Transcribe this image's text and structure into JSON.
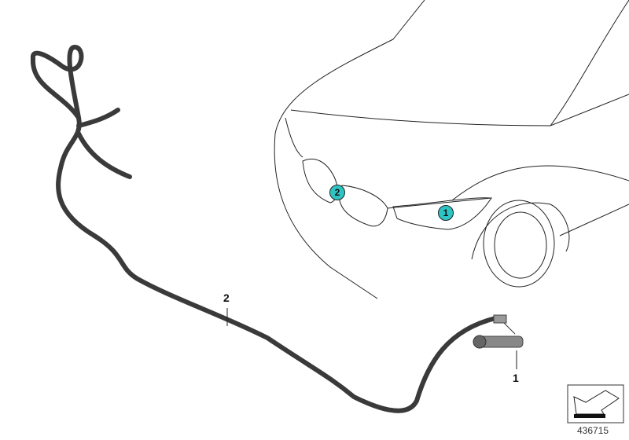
{
  "callouts": [
    {
      "label": "1"
    },
    {
      "label": "2"
    }
  ],
  "part_labels": [
    {
      "label": "2"
    },
    {
      "label": "1"
    }
  ],
  "image_number": "436715",
  "colors": {
    "callout_fill": "#2ec4c4",
    "hose": "#3a3a3a",
    "outline": "#222222"
  },
  "icons": {
    "orientation": "arrow-icon"
  }
}
